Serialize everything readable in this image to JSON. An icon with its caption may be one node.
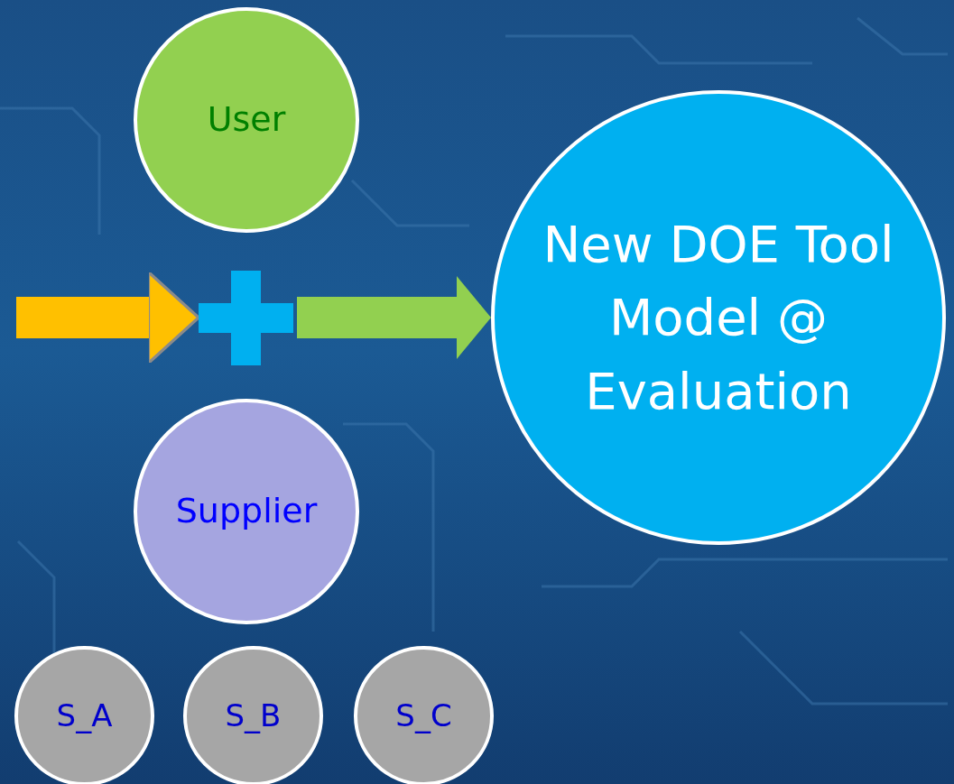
{
  "diagram": {
    "nodes": [
      {
        "text": [
          "User"
        ]
      },
      {
        "text": [],
        "shape": "plus"
      },
      {
        "text": [
          "Supplier"
        ]
      },
      {
        "text": [
          "S_A"
        ]
      },
      {
        "text": [
          "S_B"
        ]
      },
      {
        "text": [
          "S_C"
        ]
      },
      {
        "text": [
          "New DOE Tool Model @ Evaluation"
        ]
      }
    ],
    "edges": [
      {
        "from": null,
        "to": 1,
        "arrow": "to",
        "color": "#ffc000"
      },
      {
        "from": 1,
        "to": 6,
        "arrow": "to",
        "color": "#92d050"
      }
    ]
  }
}
